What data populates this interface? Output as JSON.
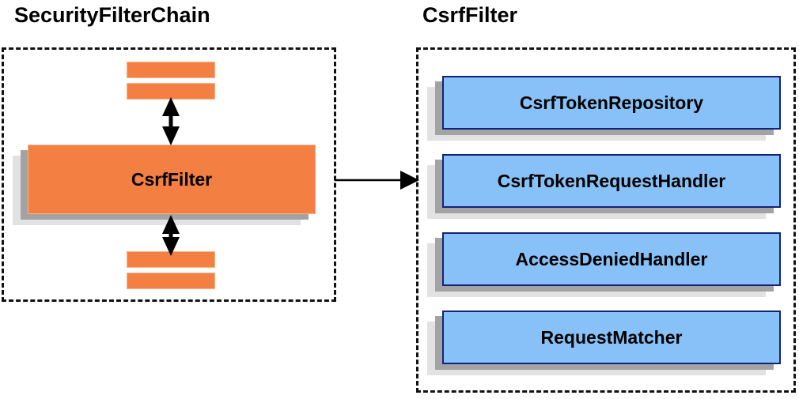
{
  "diagram": {
    "title_left": "SecurityFilterChain",
    "title_right": "CsrfFilter",
    "colors": {
      "orange_fill": "#f47f43",
      "orange_border": "#f7b38c",
      "blue_fill": "#87c1f7",
      "blue_border": "#14227a",
      "shadow_near": "#a3a3a3",
      "shadow_far": "#e2e2e2",
      "panel_border": "#111111",
      "arrow": "#000000",
      "background": "#ffffff"
    }
  },
  "left_panel": {
    "name": "SecurityFilterChain",
    "focus_box": {
      "label": "CsrfFilter"
    },
    "filler_bars_top": [
      {
        "label": ""
      },
      {
        "label": ""
      }
    ],
    "filler_bars_bottom": [
      {
        "label": ""
      },
      {
        "label": ""
      }
    ],
    "connectors": [
      {
        "name": "top-double-arrow",
        "direction": "both"
      },
      {
        "name": "bottom-double-arrow",
        "direction": "both"
      }
    ]
  },
  "right_panel": {
    "name": "CsrfFilter",
    "components": [
      {
        "label": "CsrfTokenRepository"
      },
      {
        "label": "CsrfTokenRequestHandler"
      },
      {
        "label": "AccessDeniedHandler"
      },
      {
        "label": "RequestMatcher"
      }
    ]
  },
  "cross_connector": {
    "name": "csrffilter-expands-to-detail",
    "direction": "right"
  }
}
